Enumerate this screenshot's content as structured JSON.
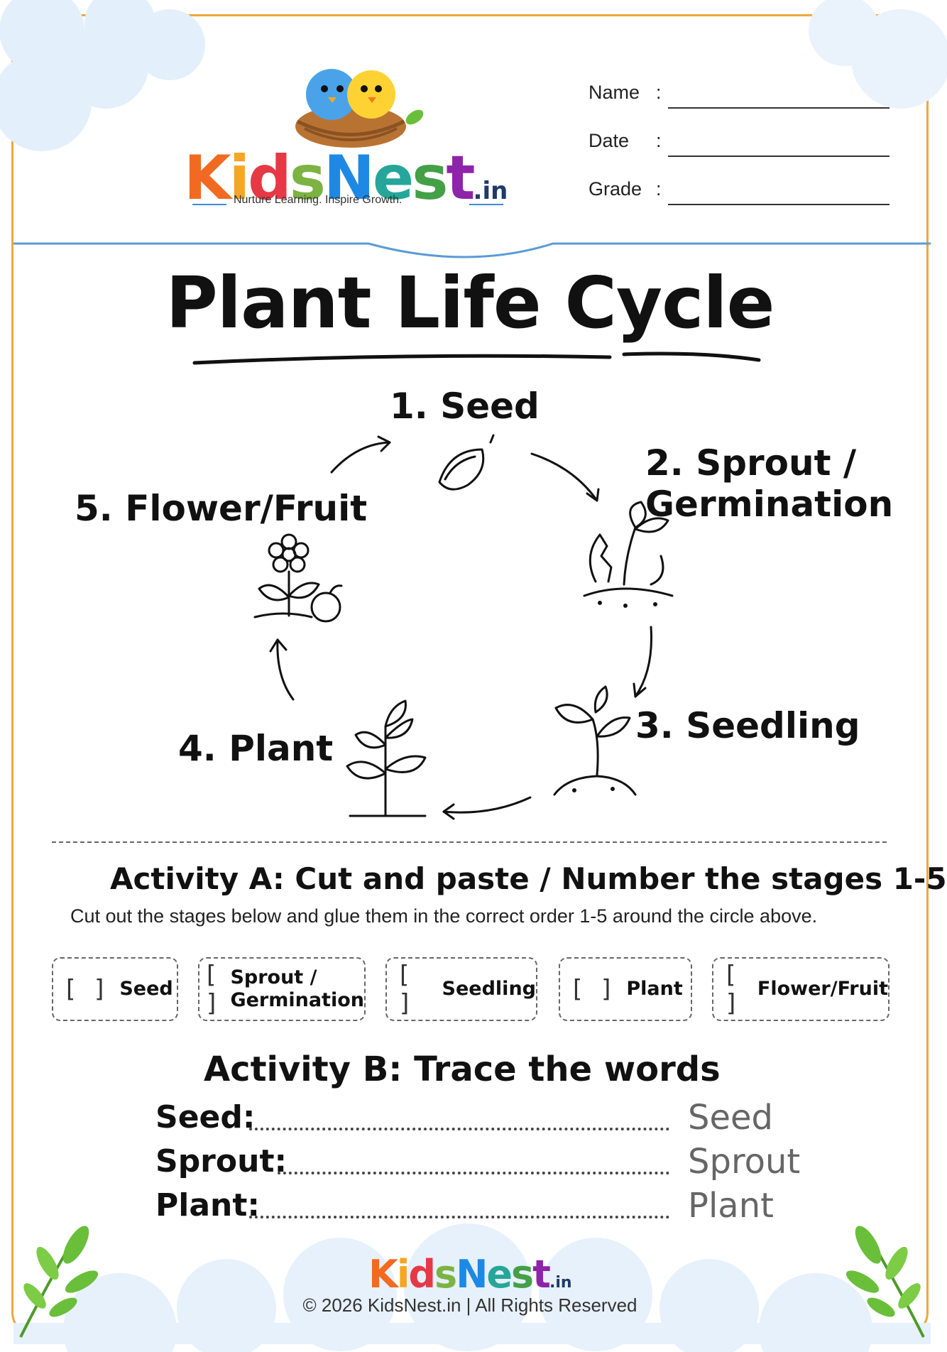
{
  "brand": {
    "name_letters": [
      "K",
      "i",
      "d",
      "s",
      "N",
      "e",
      "s",
      "t"
    ],
    "name_suffix": ".in",
    "tagline": "Nurture Learning. Inspire Growth.",
    "colors": [
      "#f26a21",
      "#f5a623",
      "#e63946",
      "#7cb342",
      "#1e88e5",
      "#26a69a",
      "#43a047",
      "#8e24aa"
    ]
  },
  "student_fields": [
    {
      "label": "Name",
      "colon": ":"
    },
    {
      "label": "Date",
      "colon": ":"
    },
    {
      "label": "Grade",
      "colon": ":"
    }
  ],
  "title": "Plant Life Cycle",
  "cycle": {
    "stages": [
      {
        "label": "1. Seed",
        "icon": "seed-icon"
      },
      {
        "label": "2. Sprout /",
        "label2": "Germination",
        "icon": "sprout-icon"
      },
      {
        "label": "3. Seedling",
        "icon": "seedling-icon"
      },
      {
        "label": "4. Plant",
        "icon": "plant-icon"
      },
      {
        "label": "5. Flower/Fruit",
        "icon": "flower-fruit-icon"
      }
    ]
  },
  "activity_a": {
    "title": "Activity A: Cut and paste / Number the stages 1-5",
    "instructions": "Cut out the stages below and glue them in the correct order 1-5 around the circle above.",
    "bracket": "[ ]",
    "cards": [
      {
        "label": "Seed"
      },
      {
        "label": "Sprout /",
        "label2": "Germination"
      },
      {
        "label": "Seedling"
      },
      {
        "label": "Plant"
      },
      {
        "label": "Flower/Fruit"
      }
    ]
  },
  "activity_b": {
    "title": "Activity B: Trace the words",
    "rows": [
      {
        "label": "Seed:",
        "word": "Seed"
      },
      {
        "label": "Sprout:",
        "word": "Sprout"
      },
      {
        "label": "Plant:",
        "word": "Plant"
      }
    ]
  },
  "footer": {
    "copyright": "© 2026 KidsNest.in | All Rights Reserved"
  },
  "accent_colors": {
    "frame": "#f0a640",
    "header_line": "#5b9bd5",
    "leaf": "#6abf3a"
  }
}
